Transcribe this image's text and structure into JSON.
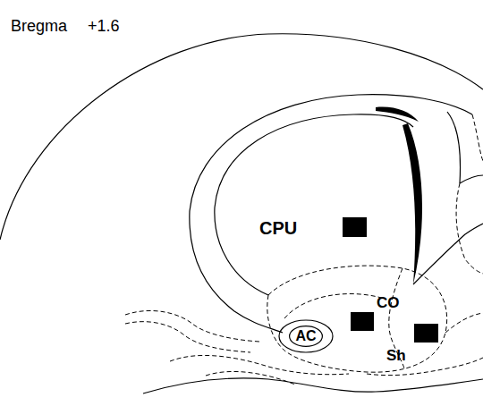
{
  "diagram": {
    "nodes": [
      {
        "text": [
          "AC"
        ]
      }
    ],
    "labels": [
      "Bregma",
      "+1.6",
      "CPU",
      "CO",
      "Sh"
    ]
  }
}
